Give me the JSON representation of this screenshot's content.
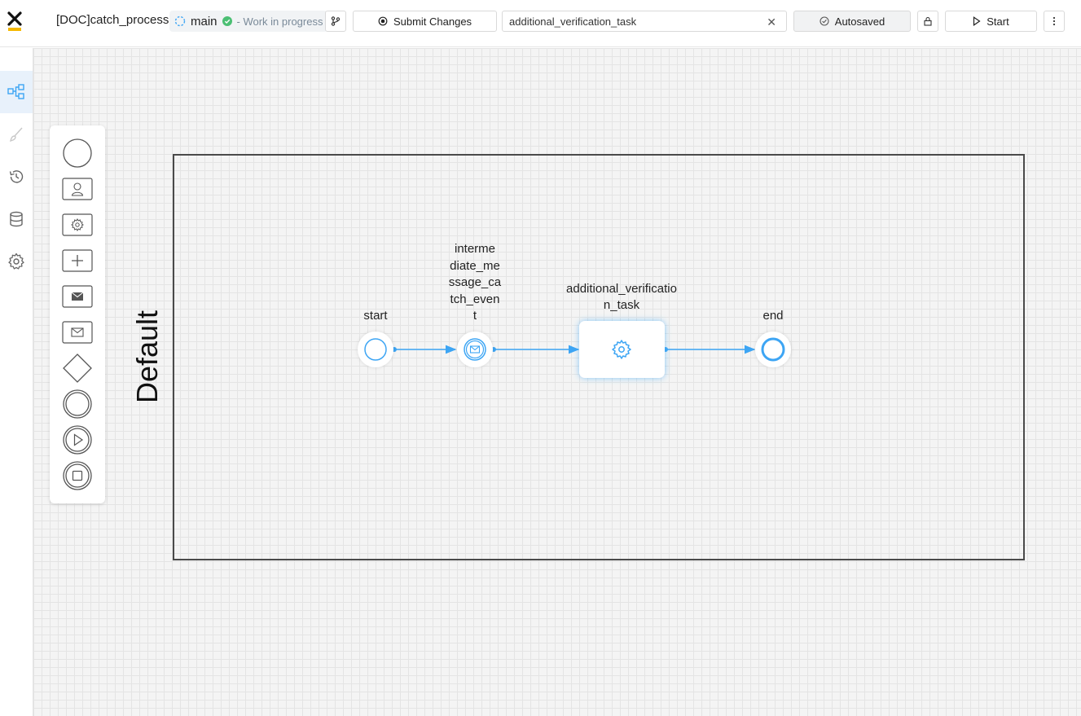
{
  "header": {
    "doc_title": "[DOC]catch_process",
    "branch": "main",
    "status": "- Work in progress",
    "submit_label": "Submit Changes",
    "search_value": "additional_verification_task",
    "autosave_label": "Autosaved",
    "start_label": "Start"
  },
  "sidebar": {
    "items": [
      {
        "name": "process-icon",
        "active": true
      },
      {
        "name": "brush-icon",
        "active": false
      },
      {
        "name": "history-icon",
        "active": false
      },
      {
        "name": "database-icon",
        "active": false
      },
      {
        "name": "settings-icon",
        "active": false
      }
    ]
  },
  "palette": {
    "items": [
      "start-event",
      "user-task",
      "service-task",
      "subprocess",
      "message-throw-event",
      "message-catch-event",
      "gateway",
      "end-event",
      "start-subprocess-event",
      "end-subprocess-event"
    ]
  },
  "diagram": {
    "lane_label": "Default",
    "nodes": {
      "start": "start",
      "catch_lines": [
        "interme",
        "diate_me",
        "ssage_ca",
        "tch_even",
        "t"
      ],
      "task_lines": [
        "additional_verificatio",
        "n_task"
      ],
      "end": "end"
    },
    "colors": {
      "accent": "#3da5f4",
      "edge": "#3da5f4"
    }
  }
}
